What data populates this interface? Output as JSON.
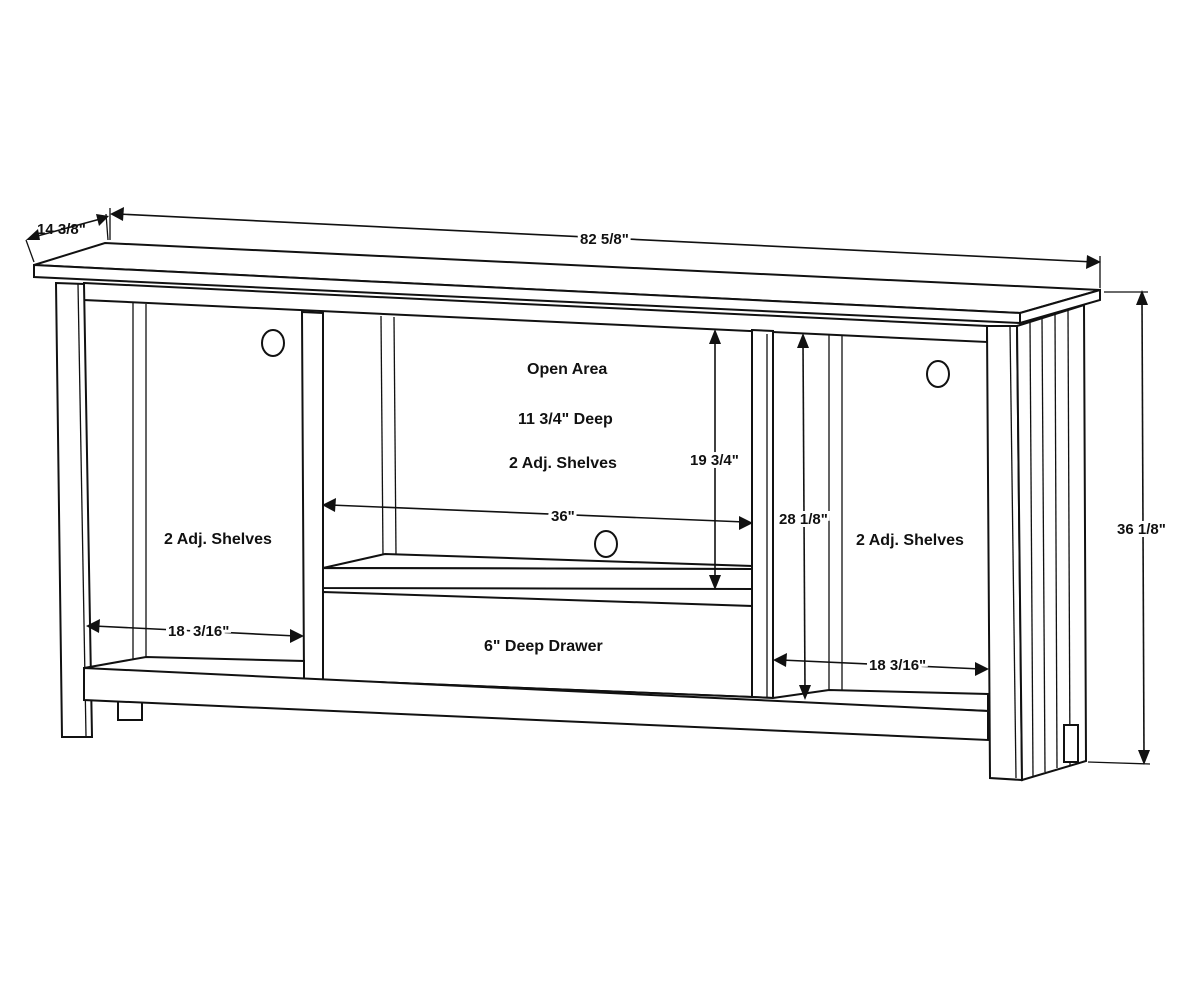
{
  "labels": {
    "depth": "14 3/8\"",
    "width": "82 5/8\"",
    "height": "36 1/8\"",
    "open_area_title": "Open Area",
    "open_area_depth": "11 3/4\" Deep",
    "center_shelves": "2 Adj. Shelves",
    "center_height": "19 3/4\"",
    "center_width": "36\"",
    "right_height": "28 1/8\"",
    "left_shelves": "2 Adj. Shelves",
    "right_shelves": "2 Adj. Shelves",
    "left_width": "18  3/16\"",
    "right_width": "18 3/16\"",
    "drawer": "6\" Deep Drawer"
  }
}
